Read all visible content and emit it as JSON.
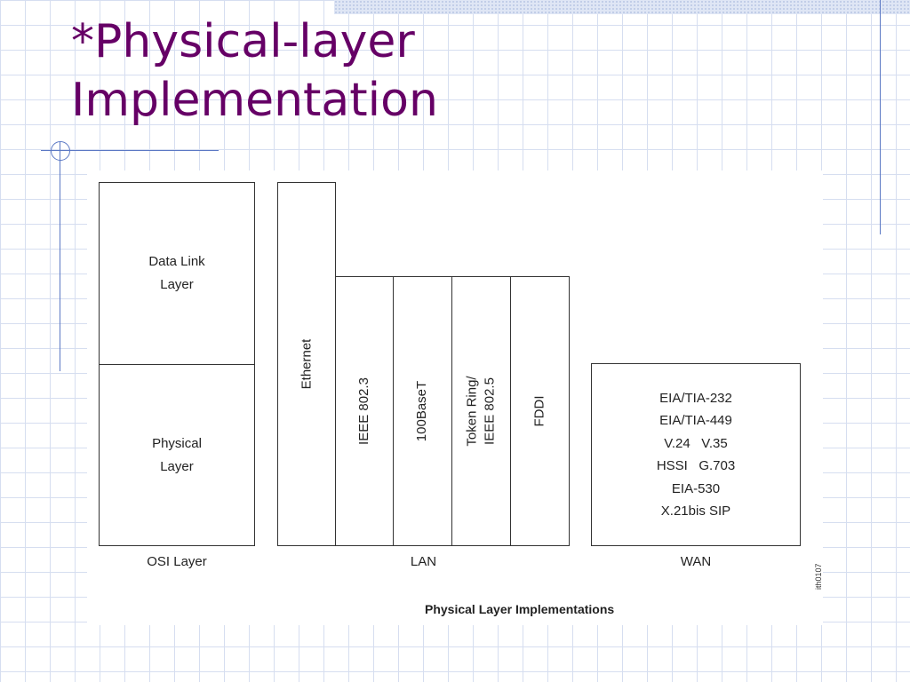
{
  "slide": {
    "title_line1": "*Physical-layer",
    "title_line2": "Implementation",
    "title_color": "#660066"
  },
  "diagram": {
    "osi": {
      "data_link_line1": "Data Link",
      "data_link_line2": "Layer",
      "physical_line1": "Physical",
      "physical_line2": "Layer",
      "label": "OSI Layer"
    },
    "lan": {
      "label": "LAN",
      "columns": [
        {
          "line1": "Ethernet",
          "line2": ""
        },
        {
          "line1": "IEEE 802.3",
          "line2": ""
        },
        {
          "line1": "100BaseT",
          "line2": ""
        },
        {
          "line1": "Token Ring/",
          "line2": "IEEE 802.5"
        },
        {
          "line1": "FDDI",
          "line2": ""
        }
      ]
    },
    "wan": {
      "label": "WAN",
      "items": [
        "EIA/TIA-232",
        "EIA/TIA-449",
        "V.24   V.35",
        "HSSI   G.703",
        "EIA-530",
        "X.21bis SIP"
      ]
    },
    "caption": "Physical Layer Implementations",
    "figure_id": "ith0107"
  }
}
